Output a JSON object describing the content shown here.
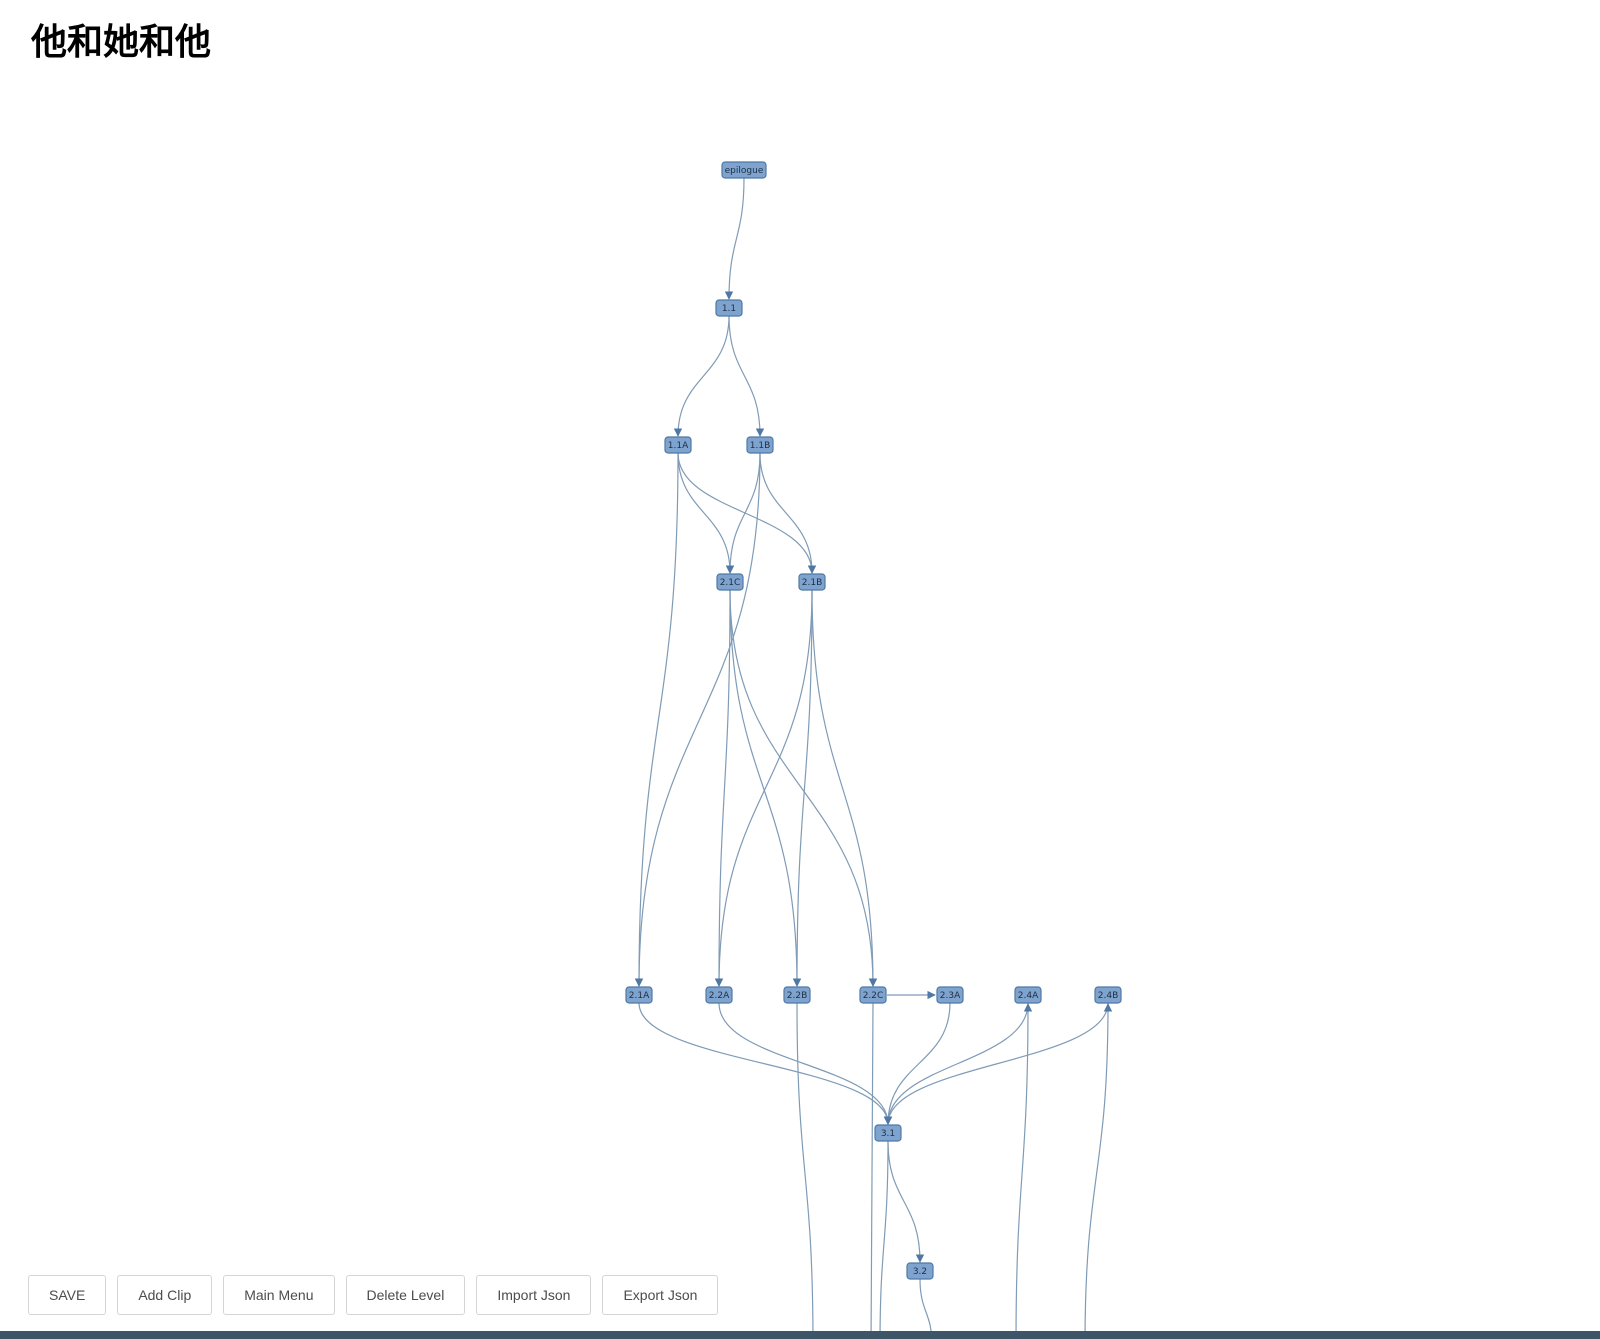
{
  "page": {
    "title": "他和她和他"
  },
  "toolbar": {
    "buttons": [
      {
        "key": "save",
        "label": "SAVE"
      },
      {
        "key": "add-clip",
        "label": "Add Clip"
      },
      {
        "key": "main-menu",
        "label": "Main Menu"
      },
      {
        "key": "delete-level",
        "label": "Delete Level"
      },
      {
        "key": "import-json",
        "label": "Import Json"
      },
      {
        "key": "export-json",
        "label": "Export Json"
      }
    ]
  },
  "colors": {
    "node_fill": "#7ea3cf",
    "node_stroke": "#4f79a4",
    "edge": "#7f9bb6",
    "bottom_bar": "#3d5566"
  },
  "graph": {
    "nodes": [
      {
        "id": "epilogue",
        "label": "epilogue"
      },
      {
        "id": "1.1",
        "label": "1.1"
      },
      {
        "id": "1.1A",
        "label": "1.1A"
      },
      {
        "id": "1.1B",
        "label": "1.1B"
      },
      {
        "id": "2.1C",
        "label": "2.1C"
      },
      {
        "id": "2.1B",
        "label": "2.1B"
      },
      {
        "id": "2.1A",
        "label": "2.1A"
      },
      {
        "id": "2.2A",
        "label": "2.2A"
      },
      {
        "id": "2.2B",
        "label": "2.2B"
      },
      {
        "id": "2.2C",
        "label": "2.2C"
      },
      {
        "id": "2.3A",
        "label": "2.3A"
      },
      {
        "id": "2.4A",
        "label": "2.4A"
      },
      {
        "id": "2.4B",
        "label": "2.4B"
      },
      {
        "id": "3.1",
        "label": "3.1"
      },
      {
        "id": "3.2",
        "label": "3.2"
      }
    ],
    "edges": [
      {
        "from": "epilogue",
        "to": "1.1"
      },
      {
        "from": "1.1",
        "to": "1.1A"
      },
      {
        "from": "1.1",
        "to": "1.1B"
      },
      {
        "from": "1.1A",
        "to": "2.1C"
      },
      {
        "from": "1.1A",
        "to": "2.1B"
      },
      {
        "from": "1.1A",
        "to": "2.1A"
      },
      {
        "from": "1.1B",
        "to": "2.1C"
      },
      {
        "from": "1.1B",
        "to": "2.1B"
      },
      {
        "from": "1.1B",
        "to": "2.1A"
      },
      {
        "from": "2.1C",
        "to": "2.2A"
      },
      {
        "from": "2.1C",
        "to": "2.2B"
      },
      {
        "from": "2.1C",
        "to": "2.2C"
      },
      {
        "from": "2.1B",
        "to": "2.2A"
      },
      {
        "from": "2.1B",
        "to": "2.2B"
      },
      {
        "from": "2.1B",
        "to": "2.2C"
      },
      {
        "from": "2.2C",
        "to": "2.3A"
      },
      {
        "from": "2.1A",
        "to": "3.1"
      },
      {
        "from": "2.2A",
        "to": "3.1"
      },
      {
        "from": "2.3A",
        "to": "3.1"
      },
      {
        "from": "2.4A",
        "to": "3.1"
      },
      {
        "from": "2.4B",
        "to": "3.1"
      },
      {
        "from": "3.1",
        "to": "3.2"
      },
      {
        "from": "2.2B",
        "to": "offscreen"
      },
      {
        "from": "2.2C",
        "to": "offscreen"
      },
      {
        "from": "3.1",
        "to": "offscreen"
      },
      {
        "from": "3.2",
        "to": "offscreen"
      },
      {
        "from": "offscreen",
        "to": "2.4A"
      },
      {
        "from": "offscreen",
        "to": "2.4B"
      }
    ]
  }
}
